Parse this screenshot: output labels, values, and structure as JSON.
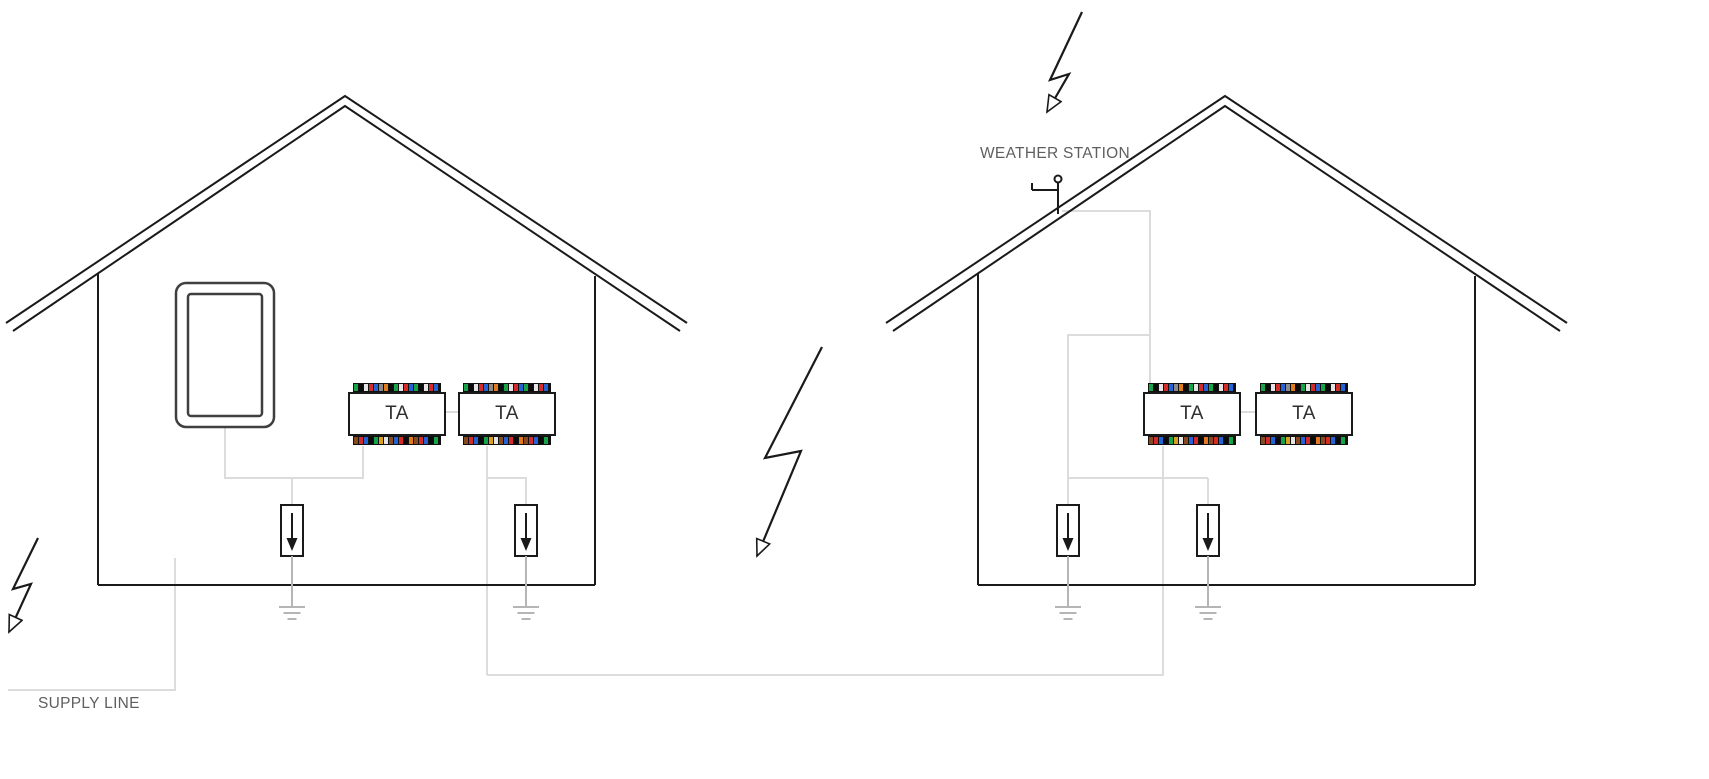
{
  "labels": {
    "weather_station": "WEATHER STATION",
    "supply_line": "SUPPLY LINE",
    "ta": "TA"
  },
  "colors": {
    "outline": "#1a1a1a",
    "wire": "#dcdcdc",
    "ground": "#b5b5b5",
    "panel": "#3f3f3f",
    "label_text": "#5f5f5f",
    "module_text": "#2e2e2e"
  },
  "device": {
    "terminal_colors_top": [
      "#17a34a",
      "#0a0a0a",
      "#e5e5e5",
      "#d42a2a",
      "#2563d4",
      "#8a8a8a",
      "#e07a1f",
      "#0a0a0a",
      "#17a34a",
      "#e5e5e5",
      "#d42a2a",
      "#2563d4"
    ],
    "terminal_colors_bottom": [
      "#8a4a1f",
      "#d42a2a",
      "#2563d4",
      "#0a0a0a",
      "#17a34a",
      "#d8a21f",
      "#e5e5e5",
      "#8a4a1f",
      "#2563d4",
      "#d42a2a",
      "#0a0a0a",
      "#e07a1f"
    ]
  }
}
